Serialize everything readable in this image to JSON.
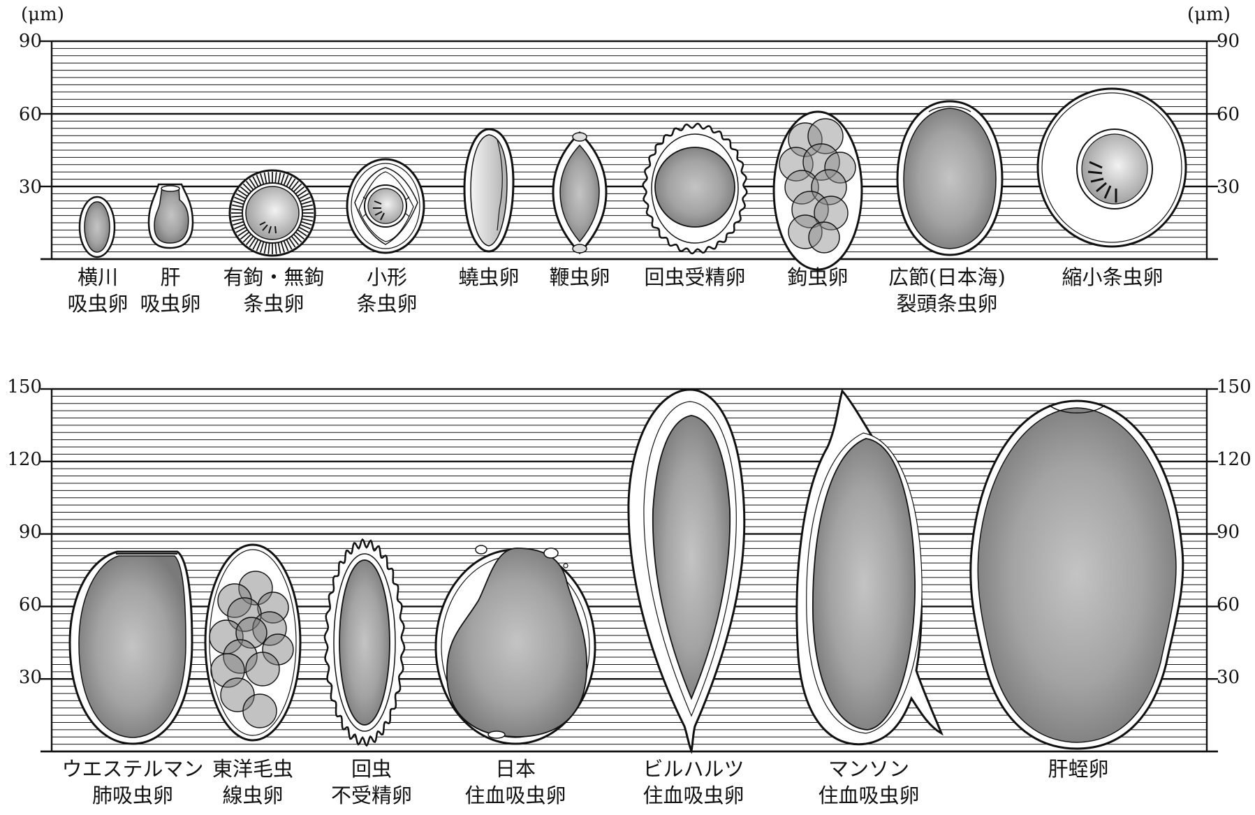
{
  "unit_label": "(μm)",
  "top_panel": {
    "ticks": [
      "90",
      "60",
      "30"
    ],
    "eggs": [
      {
        "label_line1": "横川",
        "label_line2": "吸虫卵"
      },
      {
        "label_line1": "肝",
        "label_line2": "吸虫卵"
      },
      {
        "label_line1": "有鉤・無鉤",
        "label_line2": "条虫卵"
      },
      {
        "label_line1": "小形",
        "label_line2": "条虫卵"
      },
      {
        "label_line1": "蟯虫卵",
        "label_line2": ""
      },
      {
        "label_line1": "鞭虫卵",
        "label_line2": ""
      },
      {
        "label_line1": "回虫受精卵",
        "label_line2": ""
      },
      {
        "label_line1": "鉤虫卵",
        "label_line2": ""
      },
      {
        "label_line1": "広節(日本海)",
        "label_line2": "裂頭条虫卵"
      },
      {
        "label_line1": "縮小条虫卵",
        "label_line2": ""
      }
    ]
  },
  "bottom_panel": {
    "ticks": [
      "150",
      "120",
      "90",
      "60",
      "30"
    ],
    "eggs": [
      {
        "label_line1": "ウエステルマン",
        "label_line2": "肺吸虫卵"
      },
      {
        "label_line1": "東洋毛虫",
        "label_line2": "線虫卵"
      },
      {
        "label_line1": "回虫",
        "label_line2": "不受精卵"
      },
      {
        "label_line1": "日本",
        "label_line2": "住血吸虫卵"
      },
      {
        "label_line1": "ビルハルツ",
        "label_line2": "住血吸虫卵"
      },
      {
        "label_line1": "マンソン",
        "label_line2": "住血吸虫卵"
      },
      {
        "label_line1": "肝蛭卵",
        "label_line2": ""
      }
    ]
  },
  "colors": {
    "egg_fill": "#a3a3a3",
    "egg_dark": "#777777",
    "shell": "#ffffff",
    "line": "#111111"
  }
}
